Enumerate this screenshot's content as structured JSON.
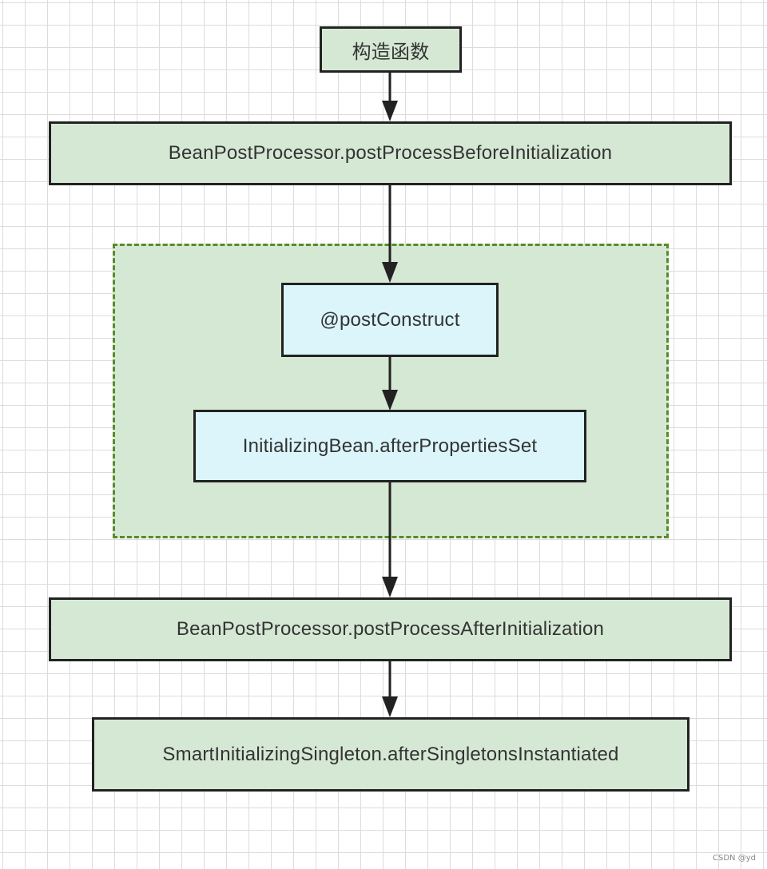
{
  "diagram": {
    "nodes": {
      "constructor": "构造函数",
      "before_init": "BeanPostProcessor.postProcessBeforeInitialization",
      "post_construct": "@postConstruct",
      "after_properties_set": "InitializingBean.afterPropertiesSet",
      "after_init": "BeanPostProcessor.postProcessAfterInitialization",
      "smart_singleton": "SmartInitializingSingleton.afterSingletonsInstantiated"
    },
    "colors": {
      "green_fill": "#d5e8d4",
      "blue_fill": "#dbf5fb",
      "group_border": "#5a8a2a",
      "stroke": "#222222"
    }
  },
  "watermark": "CSDN @yd"
}
